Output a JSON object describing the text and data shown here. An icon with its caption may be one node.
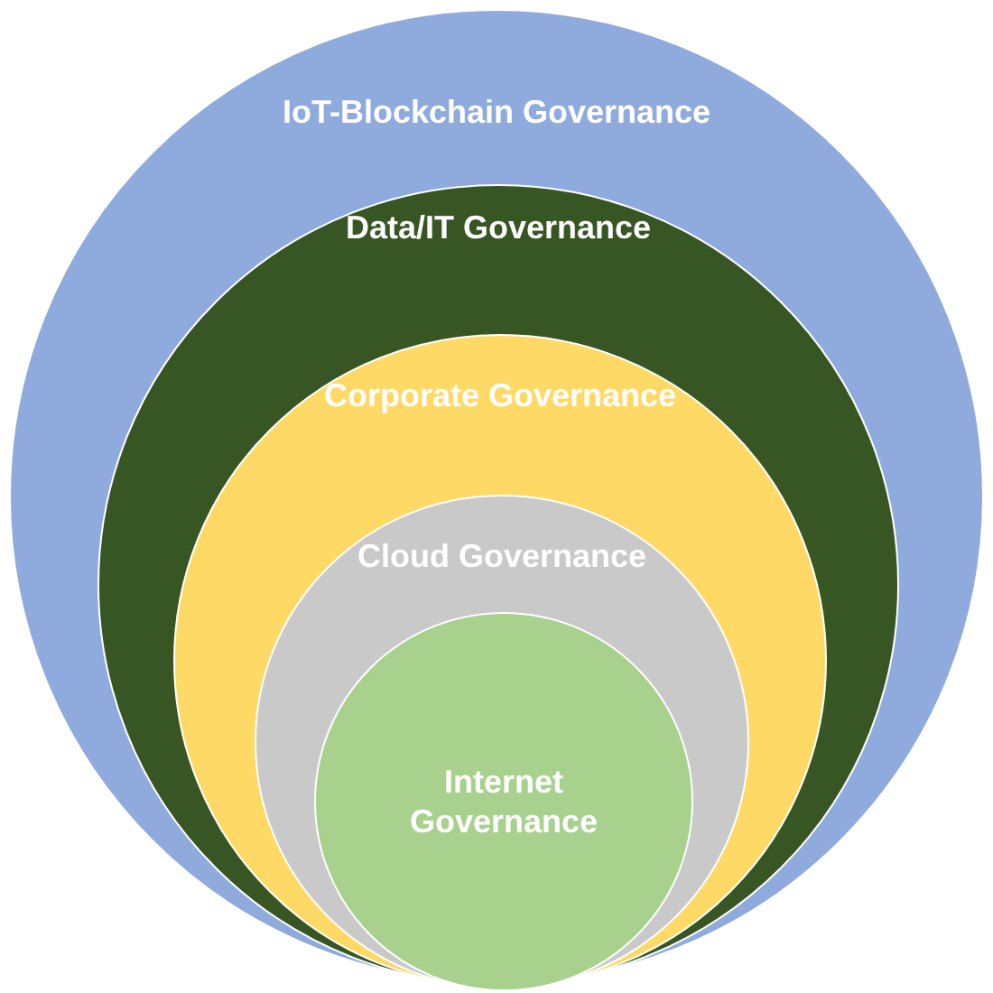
{
  "diagram": {
    "nodes": [
      {
        "text": [
          "IoT-Blockchain Governance"
        ]
      },
      {
        "text": [
          "Data/IT Governance"
        ],
        "in": 0
      },
      {
        "text": [
          "Corporate Governance"
        ],
        "in": 1
      },
      {
        "text": [
          "Cloud Governance"
        ],
        "in": 2
      },
      {
        "text": [
          "Internet Governance"
        ],
        "in": 3
      }
    ]
  }
}
